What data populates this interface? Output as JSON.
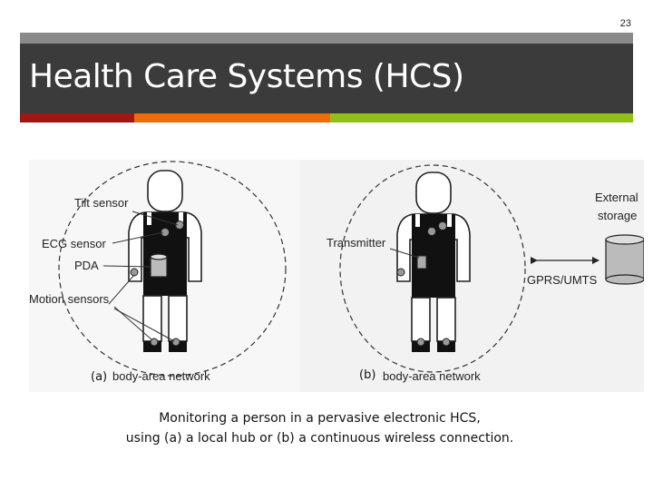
{
  "page_number": "23",
  "title": "Health Care Systems (HCS)",
  "accent_colors": {
    "red": "#9e1712",
    "orange": "#ef6c0c",
    "green": "#92c01a",
    "title_band": "#3b3b3b"
  },
  "figure": {
    "panel_a": {
      "tag": "(a)",
      "network_label": "body-area network",
      "labels": {
        "tilt_sensor": "Tilt sensor",
        "ecg_sensor": "ECG sensor",
        "pda": "PDA",
        "motion_sensors": "Motion sensors"
      }
    },
    "panel_b": {
      "tag": "(b)",
      "network_label": "body-area network",
      "labels": {
        "transmitter": "Transmitter",
        "external_storage_line1": "External",
        "external_storage_line2": "storage",
        "link": "GPRS/UMTS"
      }
    }
  },
  "caption": {
    "line1": "Monitoring a person in a pervasive electronic HCS,",
    "line2": "using (a) a local hub or (b) a continuous wireless connection."
  }
}
